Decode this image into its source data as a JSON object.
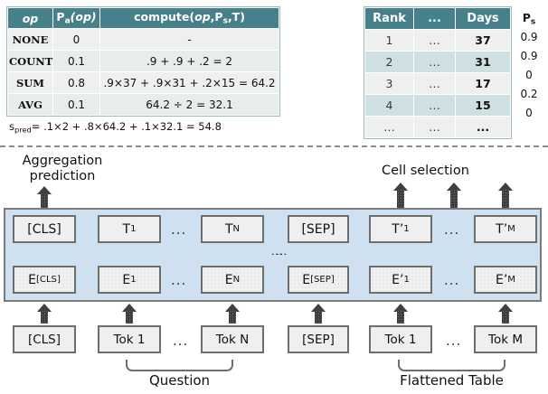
{
  "op_table": {
    "headers": [
      "op",
      "P_a(op)",
      "compute(op,P_s,T)"
    ],
    "header_parts": {
      "c0": "op",
      "c1_a": "P",
      "c1_b": "a",
      "c1_c": "(op)",
      "c2_a": "compute(",
      "c2_b": "op",
      "c2_c": ",P",
      "c2_d": "s",
      "c2_e": ",T)"
    },
    "rows": [
      {
        "op": "NONE",
        "pa": "0",
        "compute": "-"
      },
      {
        "op": "COUNT",
        "pa": "0.1",
        "compute": ".9 + .9 + .2 = 2"
      },
      {
        "op": "SUM",
        "pa": "0.8",
        "compute": ".9×37 + .9×31 + .2×15 = 64.2"
      },
      {
        "op": "AVG",
        "pa": "0.1",
        "compute": "64.2 ÷ 2 = 32.1"
      }
    ]
  },
  "spred": {
    "symbol": "s",
    "subscript": "pred",
    "equation": "= .1×2 + .8×64.2 + .1×32.1 = 54.8"
  },
  "rank_table": {
    "headers": [
      "Rank",
      "...",
      "Days"
    ],
    "rows": [
      {
        "rank": "1",
        "mid": "…",
        "days": "37"
      },
      {
        "rank": "2",
        "mid": "…",
        "days": "31"
      },
      {
        "rank": "3",
        "mid": "…",
        "days": "17"
      },
      {
        "rank": "4",
        "mid": "…",
        "days": "15"
      },
      {
        "rank": "…",
        "mid": "…",
        "days": "..."
      }
    ]
  },
  "ps_column": {
    "header_symbol": "P",
    "header_subscript": "s",
    "values": [
      "0.9",
      "0.9",
      "0",
      "0.2",
      "0"
    ]
  },
  "diagram": {
    "aggregation_label": "Aggregation prediction",
    "aggregation_label_line1": "Aggregation",
    "aggregation_label_line2": "prediction",
    "cell_selection_label": "Cell selection",
    "output_row": [
      {
        "base": "[CLS]",
        "sub": ""
      },
      {
        "base": "T",
        "sub": "1"
      },
      {
        "base": "T",
        "sub": "N"
      },
      {
        "base": "[SEP]",
        "sub": ""
      },
      {
        "base": "T’",
        "sub": "1"
      },
      {
        "base": "T’",
        "sub": "M"
      }
    ],
    "embedding_row": [
      {
        "base": "E",
        "sub": "[CLS]"
      },
      {
        "base": "E",
        "sub": "1"
      },
      {
        "base": "E",
        "sub": "N"
      },
      {
        "base": "E",
        "sub": "[SEP]"
      },
      {
        "base": "E’",
        "sub": "1"
      },
      {
        "base": "E’",
        "sub": "M"
      }
    ],
    "token_row": [
      {
        "label": "[CLS]"
      },
      {
        "label": "Tok 1"
      },
      {
        "label": "Tok N"
      },
      {
        "label": "[SEP]"
      },
      {
        "label": "Tok 1"
      },
      {
        "label": "Tok M"
      }
    ],
    "ellipsis": "...",
    "vertical_ellipsis": "⋮",
    "brackets": [
      {
        "label": "Question"
      },
      {
        "label": "Flattened Table"
      }
    ]
  },
  "colors": {
    "header_teal": "#46808a",
    "row_teal": "#cfe0e2",
    "band_blue": "#cfe1f0",
    "box_gray": "#efefef",
    "border_gray": "#6e6e6e",
    "arrow_dark": "#3f3f3f"
  }
}
